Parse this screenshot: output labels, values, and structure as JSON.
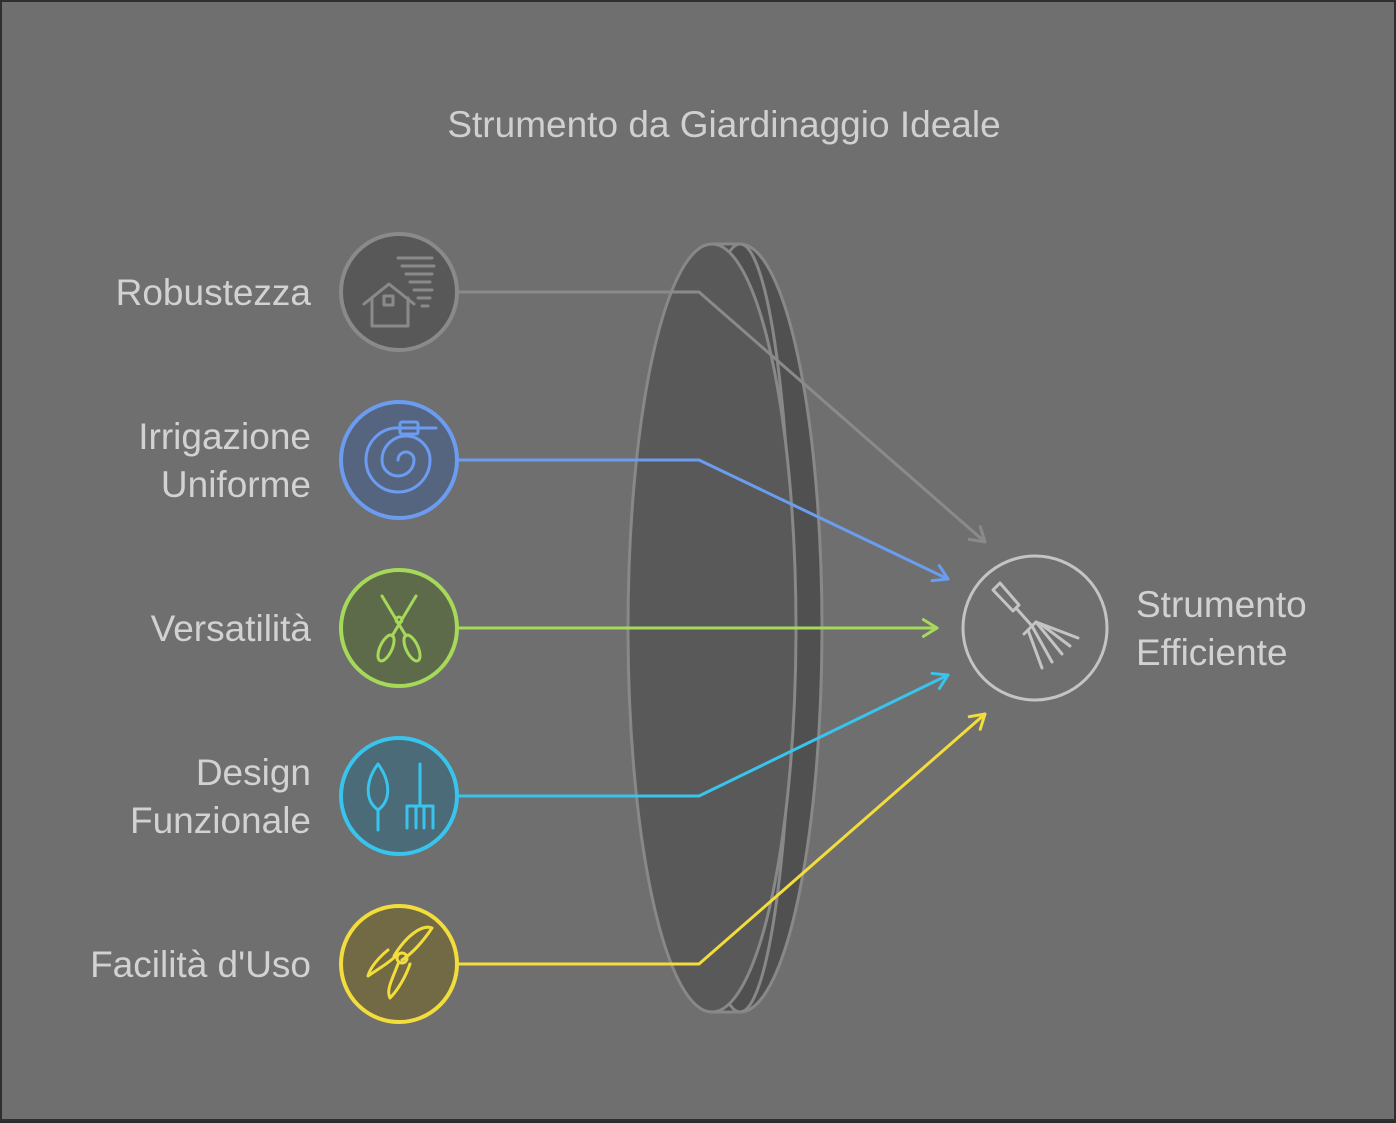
{
  "title": "Strumento da Giardinaggio Ideale",
  "inputs": [
    {
      "lines": [
        "Robustezza"
      ],
      "icon": "house-wind-icon",
      "color": "#8a8a8a",
      "fill": "#585858"
    },
    {
      "lines": [
        "Irrigazione",
        "Uniforme"
      ],
      "icon": "hose-icon",
      "color": "#6b9cf0",
      "fill": "#56657f"
    },
    {
      "lines": [
        "Versatilità"
      ],
      "icon": "scissors-icon",
      "color": "#a6d95a",
      "fill": "#5e6b4a"
    },
    {
      "lines": [
        "Design",
        "Funzionale"
      ],
      "icon": "trowel-fork-icon",
      "color": "#38c4ec",
      "fill": "#4a6b77"
    },
    {
      "lines": [
        "Facilità d'Uso"
      ],
      "icon": "pruner-icon",
      "color": "#f2dd3c",
      "fill": "#716a44"
    }
  ],
  "output": {
    "lines": [
      "Strumento",
      "Efficiente"
    ],
    "icon": "rake-icon",
    "color": "#c4c4c4"
  }
}
